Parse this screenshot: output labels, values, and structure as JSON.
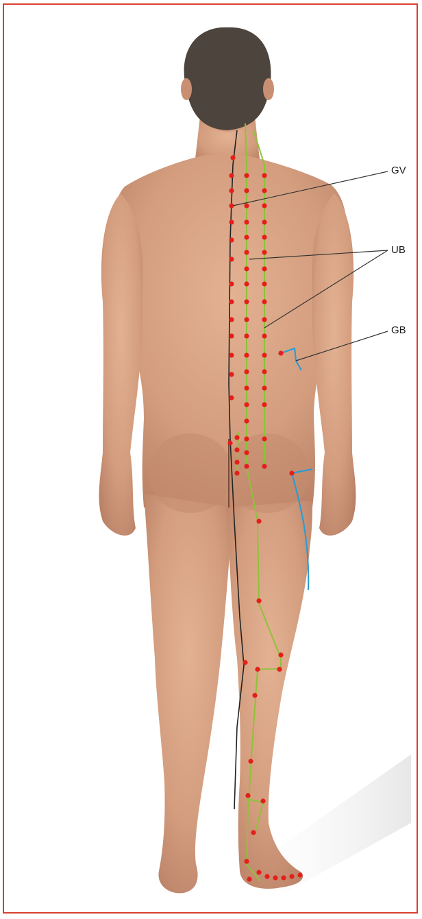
{
  "labels": {
    "gv": "GV",
    "ub": "UB",
    "gb": "GB"
  },
  "colors": {
    "border": "#d8402e",
    "point": "#e41f1b",
    "ub_channel": "#8fc13a",
    "gb_channel": "#2e9bd0",
    "gv_channel": "#222222",
    "leader_line": "#333333",
    "skin": "#d9a282"
  }
}
